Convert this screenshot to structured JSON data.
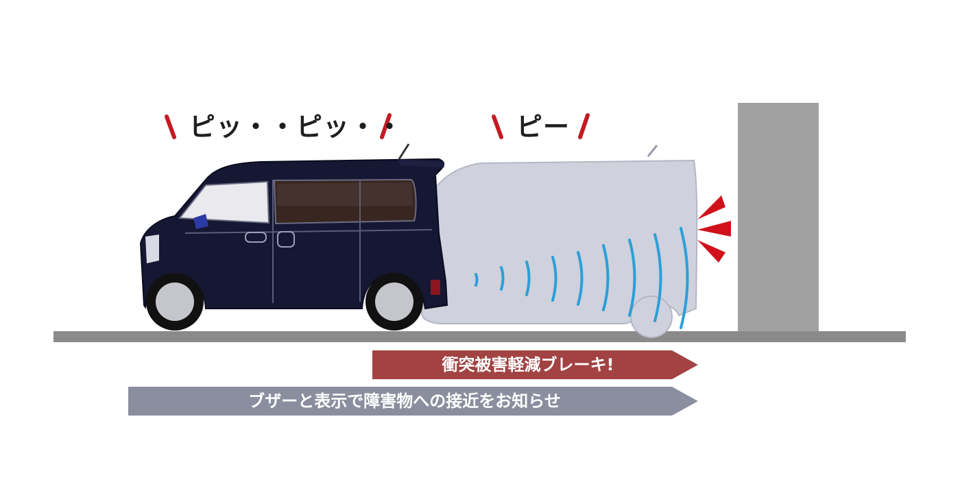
{
  "sounds": {
    "intermittent": "ピッ・・ピッ・・",
    "continuous": "ピー"
  },
  "arrows": {
    "brake": {
      "label": "衝突被害軽減ブレーキ!",
      "color": "#a24242"
    },
    "warning": {
      "label": "ブザーと表示で障害物への接近をお知らせ",
      "color": "#8a8e9e"
    }
  },
  "colors": {
    "van_body": "#151733",
    "ghost_van": "#cfd1dc",
    "ground": "#8a8a8a",
    "wall": "#a1a1a1",
    "sonar_wave": "#2b9fd8",
    "impact_mark": "#d0111c",
    "sound_mark": "#c41a22"
  }
}
